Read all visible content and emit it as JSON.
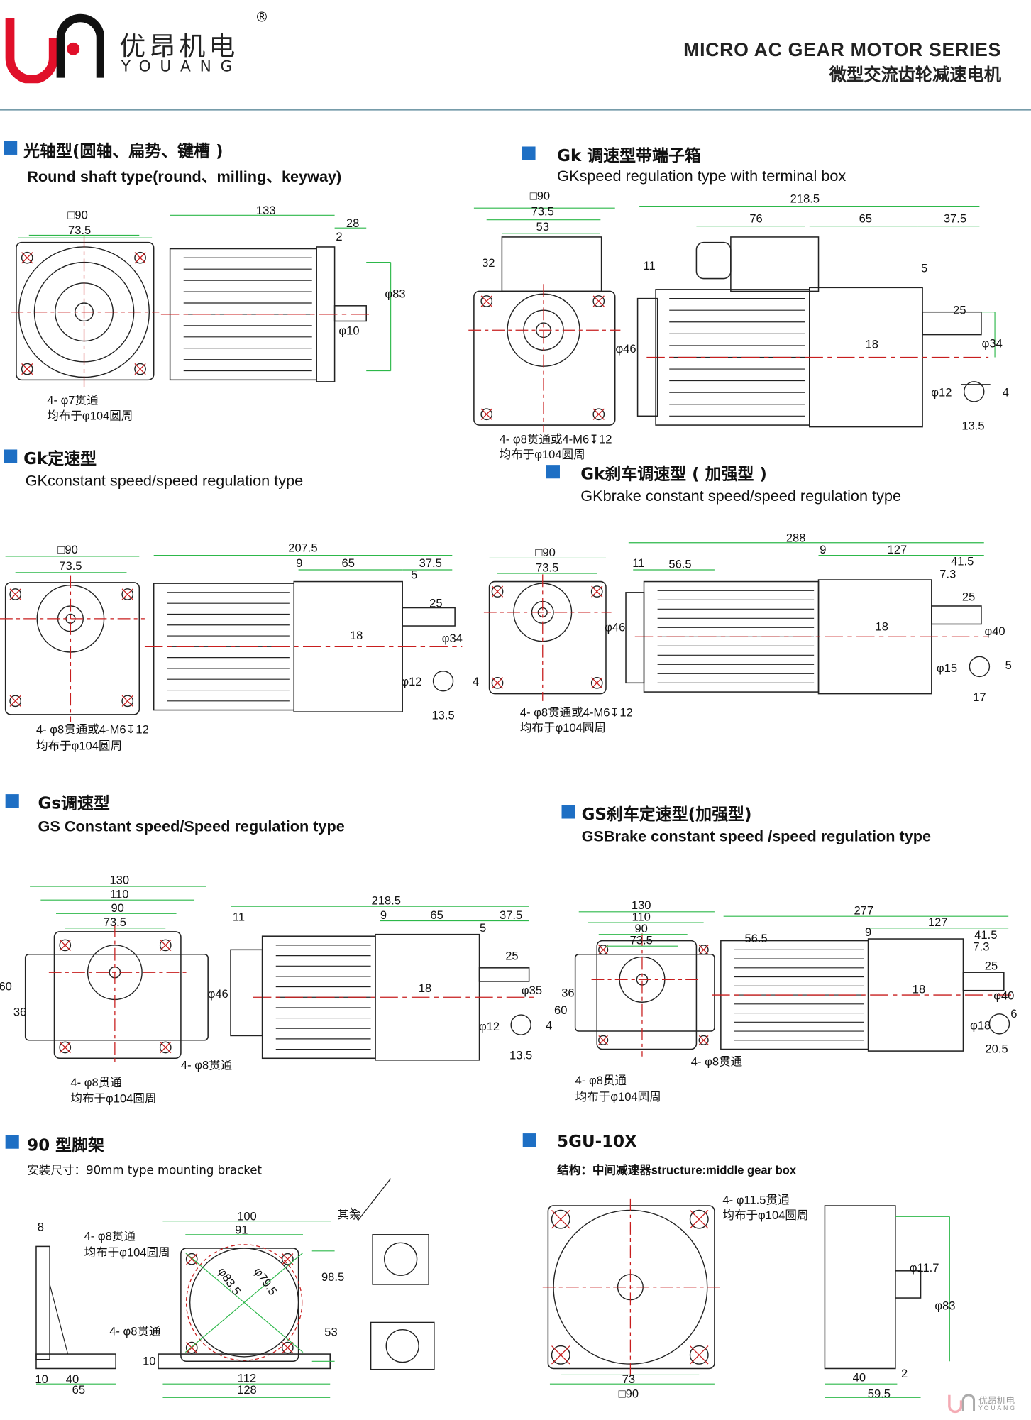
{
  "header": {
    "logo_cn": "优昂机电",
    "logo_en": "YOUANG",
    "registered": "®",
    "series_en": "MICRO AC GEAR MOTOR SERIES",
    "series_cn": "微型交流齿轮减速电机"
  },
  "colors": {
    "accent": "#1e6fc4",
    "logo_red": "#e0102a",
    "dimension": "#2db84a",
    "centerline": "#c81e1e",
    "rule": "#4f7f92"
  },
  "sections": [
    {
      "title": "光轴型(圆轴、扁势、键槽 )",
      "subtitle": "Round shaft type(round、milling、keyway)",
      "dims": [
        "□90",
        "73.5",
        "133",
        "28",
        "2",
        "φ83",
        "φ10",
        "4- φ7贯通",
        "均布于φ104圆周"
      ]
    },
    {
      "title": "Gk 调速型带端子箱",
      "subtitle": "GKspeed regulation type with terminal box",
      "dims": [
        "□90",
        "73.5",
        "53",
        "32",
        "218.5",
        "76",
        "65",
        "37.5",
        "11",
        "5",
        "25",
        "φ46",
        "18",
        "φ34",
        "φ12",
        "4",
        "13.5",
        "4- φ8贯通或4-M6↧12",
        "均布于φ104圆周"
      ]
    },
    {
      "title": "Gk定速型",
      "subtitle": "GKconstant speed/speed regulation type",
      "dims": [
        "□90",
        "73.5",
        "207.5",
        "9",
        "65",
        "37.5",
        "5",
        "25",
        "18",
        "φ34",
        "φ12",
        "4",
        "13.5",
        "4- φ8贯通或4-M6↧12",
        "均布于φ104圆周"
      ]
    },
    {
      "title": "Gk刹车调速型 ( 加强型 )",
      "subtitle": "GKbrake constant speed/speed regulation type",
      "dims": [
        "□90",
        "73.5",
        "288",
        "9",
        "127",
        "11",
        "56.5",
        "41.5",
        "7.3",
        "25",
        "φ46",
        "18",
        "φ40",
        "φ15",
        "5",
        "17",
        "4- φ8贯通或4-M6↧12",
        "均布于φ104圆周"
      ]
    },
    {
      "title": "Gs调速型",
      "subtitle": "GS Constant speed/Speed regulation type",
      "dims": [
        "130",
        "110",
        "90",
        "73.5",
        "60",
        "36",
        "218.5",
        "11",
        "9",
        "65",
        "37.5",
        "5",
        "25",
        "φ46",
        "18",
        "φ35",
        "φ12",
        "4",
        "13.5",
        "4- φ8贯通",
        "4- φ8贯通",
        "均布于φ104圆周"
      ]
    },
    {
      "title": "GS刹车定速型(加强型)",
      "subtitle": "GSBrake constant speed /speed regulation type",
      "dims": [
        "130",
        "110",
        "90",
        "73.5",
        "36",
        "60",
        "277",
        "9",
        "127",
        "56.5",
        "41.5",
        "7.3",
        "25",
        "18",
        "φ40",
        "φ18",
        "6",
        "20.5",
        "4- φ8贯通",
        "4- φ8贯通",
        "均布于φ104圆周"
      ]
    },
    {
      "title": "90 型脚架",
      "subtitle": "安装尺寸：90mm type mounting bracket",
      "dims": [
        "8",
        "100",
        "91",
        "4- φ8贯通",
        "均布于φ104圆周",
        "其余",
        "φ83.5",
        "φ79.5",
        "98.5",
        "53",
        "4- φ8贯通",
        "10",
        "10",
        "40",
        "65",
        "112",
        "128"
      ]
    },
    {
      "title": "5GU-10X",
      "subtitle": "结构：中间减速器structure:middle gear box",
      "dims": [
        "4- φ11.5贯通",
        "均布于φ104圆周",
        "φ11.7",
        "φ83",
        "73",
        "□90",
        "40",
        "2",
        "59.5"
      ]
    }
  ],
  "footer": {
    "logo_cn": "优昂机电",
    "logo_en": "YOUANG"
  }
}
